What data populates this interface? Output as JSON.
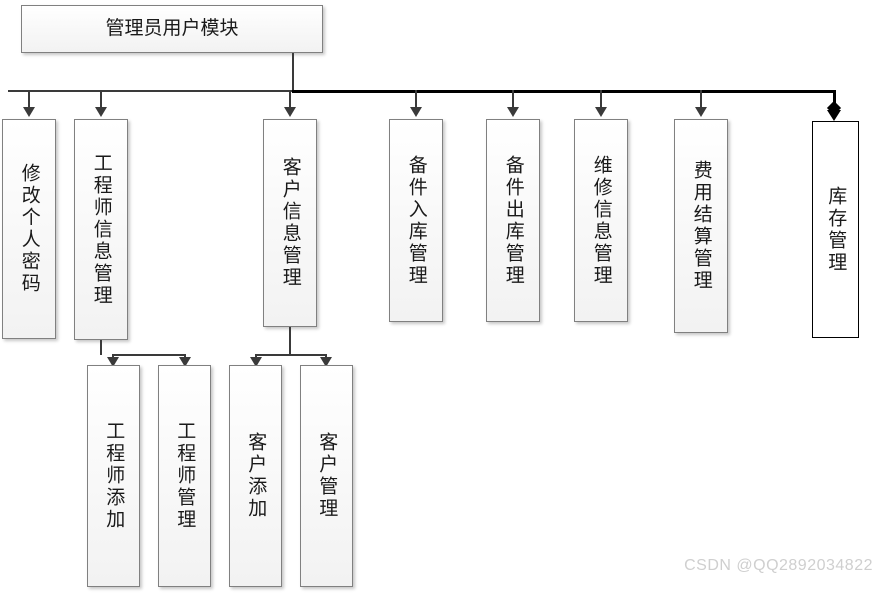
{
  "diagram": {
    "type": "org-chart",
    "title": "管理员用户模块",
    "watermark": "CSDN @QQ2892034822",
    "root": {
      "label": "管理员用户模块"
    },
    "level1": [
      {
        "label": "修改个人密码",
        "selected": false
      },
      {
        "label": "工程师信息管理",
        "selected": false
      },
      {
        "label": "客户信息管理",
        "selected": false
      },
      {
        "label": "备件入库管理",
        "selected": false
      },
      {
        "label": "备件出库管理",
        "selected": false
      },
      {
        "label": "维修信息管理",
        "selected": false
      },
      {
        "label": "费用结算管理",
        "selected": false
      },
      {
        "label": "库存管理",
        "selected": true
      }
    ],
    "level2": [
      {
        "label": "工程师添加",
        "parent": "工程师信息管理"
      },
      {
        "label": "工程师管理",
        "parent": "工程师信息管理"
      },
      {
        "label": "客户添加",
        "parent": "客户信息管理"
      },
      {
        "label": "客户管理",
        "parent": "客户信息管理"
      }
    ],
    "colors": {
      "box_border": "#808080",
      "box_fill_top": "#ffffff",
      "box_fill_bottom": "#f2f2f2",
      "connector": "#3a3a3a",
      "highlight": "#000000",
      "watermark": "#cfcfcf"
    }
  }
}
